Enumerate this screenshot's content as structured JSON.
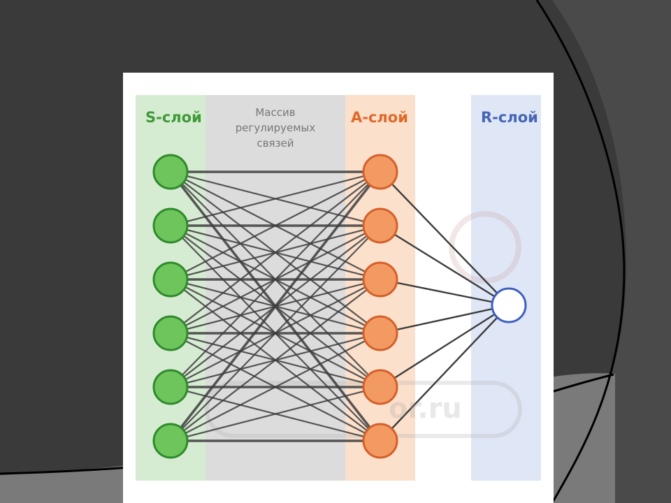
{
  "slide": {
    "colors": {
      "background": "#3a3a3a",
      "accent_dark": "#2e2e2e",
      "accent_gray": "#7a7a7a",
      "curve": "#000000"
    }
  },
  "diagram": {
    "layers": {
      "s": {
        "label": "S-слой",
        "color": "#3f9a38",
        "band": "#d6ecd2",
        "node_fill": "#6dc55c",
        "node_stroke": "#2f8a2c",
        "count": 6
      },
      "mid": {
        "lines": [
          "Массив",
          "регулируемых",
          "связей"
        ],
        "band": "#dcdcdc",
        "text_color": "#777777"
      },
      "a": {
        "label": "А-слой",
        "color": "#e0692a",
        "band": "#fbe0cc",
        "node_fill": "#f39a62",
        "node_stroke": "#d4602a",
        "count": 6
      },
      "r": {
        "label": "R-слой",
        "color": "#4566b4",
        "band": "#dfe6f6",
        "node_fill": "#ffffff",
        "node_stroke": "#3e5fc0",
        "count": 1
      }
    },
    "connections": "all-to-all",
    "watermark": "or.ru"
  }
}
